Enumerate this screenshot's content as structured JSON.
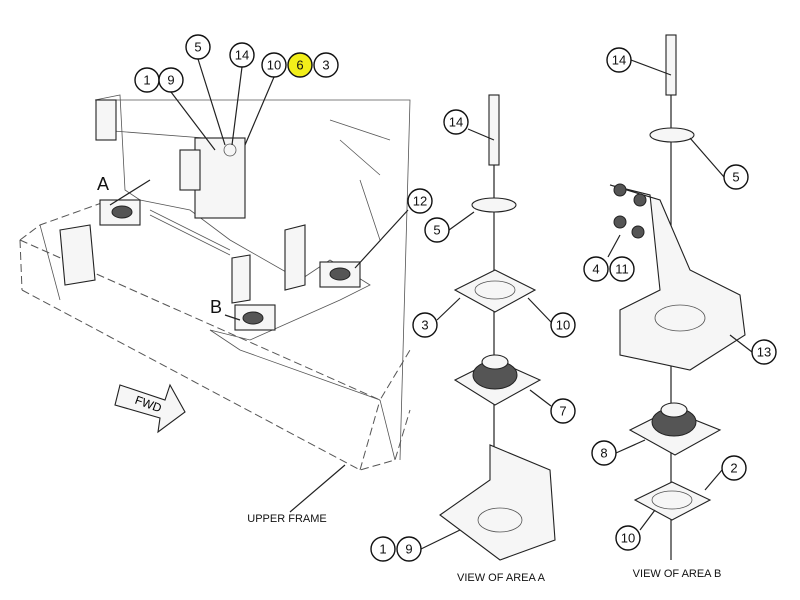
{
  "diagram": {
    "main_view": {
      "area_labels": [
        "A",
        "B"
      ],
      "fwd_label": "FWD",
      "frame_label": "UPPER FRAME",
      "callouts": [
        "1",
        "9",
        "5",
        "14",
        "10",
        "6",
        "3",
        "12"
      ],
      "highlighted_callout": "6",
      "highlight_color": "#f2ee1a"
    },
    "view_a": {
      "title": "VIEW OF AREA A",
      "callouts": [
        "14",
        "5",
        "3",
        "10",
        "7",
        "1",
        "9"
      ]
    },
    "view_b": {
      "title": "VIEW OF AREA  B",
      "callouts": [
        "14",
        "5",
        "4",
        "11",
        "13",
        "8",
        "2",
        "10"
      ]
    }
  }
}
